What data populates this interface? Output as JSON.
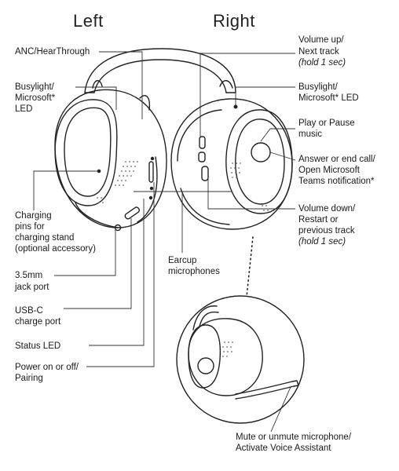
{
  "headings": {
    "left": "Left",
    "right": "Right"
  },
  "left_labels": {
    "anc": "ANC/HearThrough",
    "busylight_1": "Busylight/",
    "busylight_2": "Microsoft*",
    "busylight_3": "LED",
    "charging_1": "Charging",
    "charging_2": "pins for",
    "charging_3": "charging stand",
    "charging_4": "(optional accessory)",
    "jack_1": "3.5mm",
    "jack_2": "jack port",
    "usbc_1": "USB-C",
    "usbc_2": "charge port",
    "status_led": "Status LED",
    "power_1": "Power on or off/",
    "power_2": "Pairing"
  },
  "right_labels": {
    "vol_up_1": "Volume up/",
    "vol_up_2": "Next track",
    "vol_up_3": "(hold 1 sec)",
    "busylight_1": "Busylight/",
    "busylight_2": "Microsoft* LED",
    "play_1": "Play or Pause",
    "play_2": "music",
    "answer_1": "Answer or end call/",
    "answer_2": "Open Microsoft",
    "answer_3": "Teams notification*",
    "vol_down_1": "Volume down/",
    "vol_down_2": "Restart or",
    "vol_down_3": "previous track",
    "vol_down_4": "(hold 1 sec)"
  },
  "center_labels": {
    "earcup_1": "Earcup",
    "earcup_2": "microphones"
  },
  "bottom_labels": {
    "mute_1": "Mute or unmute microphone/",
    "mute_2": "Activate Voice Assistant"
  }
}
